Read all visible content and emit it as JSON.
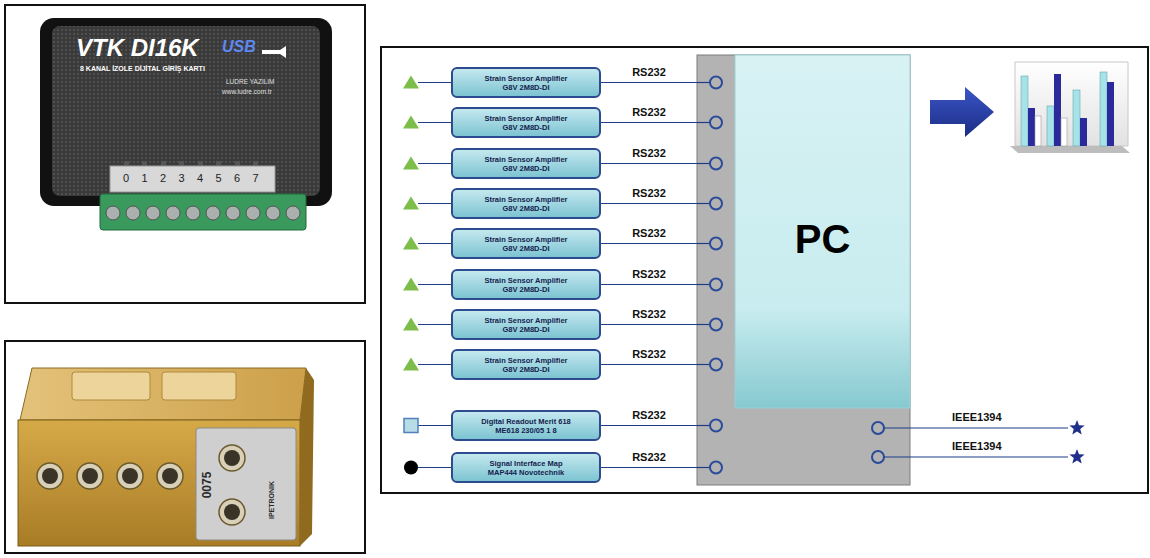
{
  "diagram": {
    "nodes": [
      {
        "text": [
          "Strain Sensor Amplifier",
          "G8V 2M8D-DI"
        ]
      },
      {
        "text": [
          "Strain Sensor Amplifier",
          "G8V 2M8D-DI"
        ]
      },
      {
        "text": [
          "Strain Sensor Amplifier",
          "G8V 2M8D-DI"
        ]
      },
      {
        "text": [
          "Strain Sensor Amplifier",
          "G8V 2M8D-DI"
        ]
      },
      {
        "text": [
          "Strain Sensor Amplifier",
          "G8V 2M8D-DI"
        ]
      },
      {
        "text": [
          "Strain Sensor Amplifier",
          "G8V 2M8D-DI"
        ]
      },
      {
        "text": [
          "Strain Sensor Amplifier",
          "G8V 2M8D-DI"
        ]
      },
      {
        "text": [
          "Strain Sensor Amplifier",
          "G8V 2M8D-DI"
        ]
      },
      {
        "text": [
          "Digital Readout Merit 618",
          "ME618 230/05 1 8"
        ]
      },
      {
        "text": [
          "Signal Interface Map",
          "MAP444 Novotechnik"
        ]
      },
      {
        "text": [
          "PC"
        ]
      }
    ],
    "edges": [
      {
        "from": 0,
        "to": 10,
        "label": "RS232",
        "arrow": "none"
      },
      {
        "from": 1,
        "to": 10,
        "label": "RS232",
        "arrow": "none"
      },
      {
        "from": 2,
        "to": 10,
        "label": "RS232",
        "arrow": "none"
      },
      {
        "from": 3,
        "to": 10,
        "label": "RS232",
        "arrow": "none"
      },
      {
        "from": 4,
        "to": 10,
        "label": "RS232",
        "arrow": "none"
      },
      {
        "from": 5,
        "to": 10,
        "label": "RS232",
        "arrow": "none"
      },
      {
        "from": 6,
        "to": 10,
        "label": "RS232",
        "arrow": "none"
      },
      {
        "from": 7,
        "to": 10,
        "label": "RS232",
        "arrow": "none"
      },
      {
        "from": 8,
        "to": 10,
        "label": "RS232",
        "arrow": "none"
      },
      {
        "from": 9,
        "to": 10,
        "label": "RS232",
        "arrow": "none"
      }
    ],
    "labels": [
      "VTK DI16K",
      "USB",
      "8 KANAL İZOLE DİJİTAL GİRİŞ KARTI",
      "LUDRE YAZILIM",
      "www.ludre.com.tr",
      "0",
      "1",
      "2",
      "3",
      "4",
      "5",
      "6",
      "7",
      "0075",
      "IPETRONIK",
      "IEEE1394",
      "IEEE1394"
    ]
  }
}
